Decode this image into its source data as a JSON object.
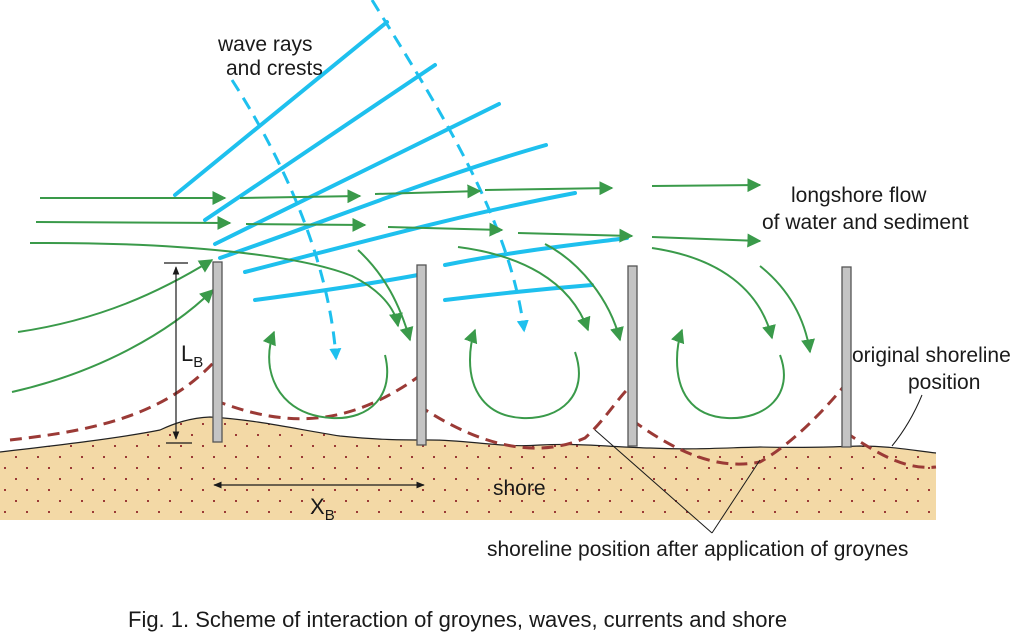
{
  "labels": {
    "wave_line1": "wave rays",
    "wave_line2": "and crests",
    "flow_line1": "longshore flow",
    "flow_line2": "of water and sediment",
    "orig_line1": "original shoreline",
    "orig_line2": "position",
    "shore": "shore",
    "after": "shoreline position after application of groynes",
    "lb_main": "L",
    "lb_sub": "B",
    "xb_main": "X",
    "xb_sub": "B"
  },
  "caption": "Fig. 1. Scheme of interaction of groynes, waves, currents and shore",
  "colors": {
    "wave": "#1ec0ee",
    "flow": "#3a9a4a",
    "groyne_fill": "#c4c4c4",
    "groyne_stroke": "#555555",
    "sand": "#f3d9a6",
    "sand_dots": "#9b3a36",
    "new_shoreline": "#9b3a36",
    "outline": "#222222"
  },
  "groyne_count": 4
}
